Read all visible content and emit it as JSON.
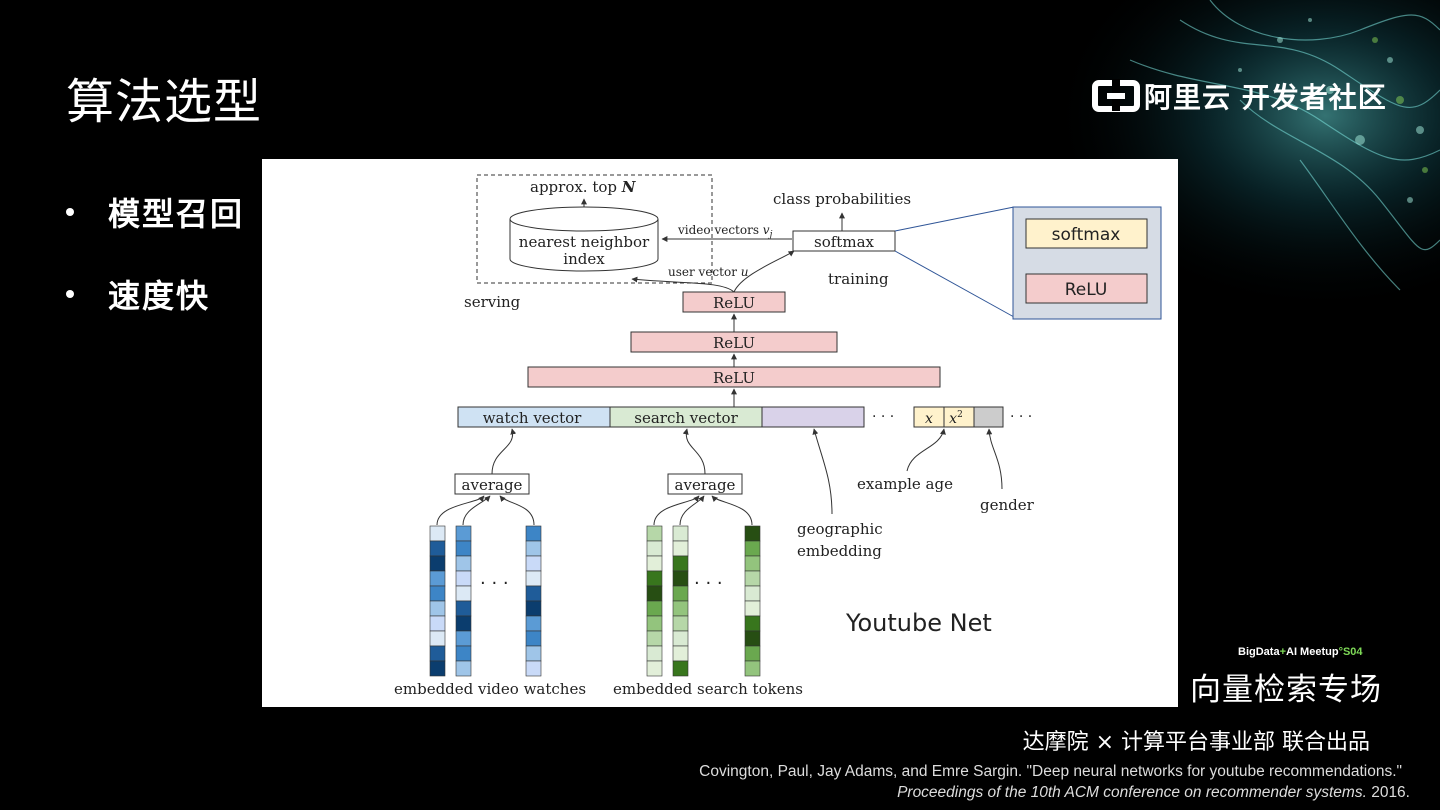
{
  "slide": {
    "title": "算法选型",
    "logo_text": "阿里云 开发者社区",
    "bullets": [
      "模型召回",
      "速度快"
    ],
    "badge": {
      "a": "BigData",
      "b": "+",
      "c": "AI  Meetup",
      "d": "°S04"
    },
    "session": "向量检索专场",
    "org": "达摩院 × 计算平台事业部    联合出品",
    "citation_line1": "Covington, Paul, Jay Adams, and Emre Sargin. \"Deep neural networks for youtube recommendations.\"",
    "citation_line2_italic": "Proceedings of the 10th ACM conference on recommender systems.",
    "citation_line2_year": " 2016."
  },
  "diagram": {
    "caption": "Youtube Net",
    "approx_top": "approx. top ",
    "approx_top_n": "N",
    "nn_index_l1": "nearest neighbor",
    "nn_index_l2": "index",
    "video_vectors": "video vectors ",
    "video_vectors_sym": "v",
    "video_vectors_sub": "j",
    "user_vector": "user vector ",
    "user_vector_sym": "u",
    "serving": "serving",
    "training": "training",
    "class_prob": "class probabilities",
    "softmax": "softmax",
    "relu": "ReLU",
    "legend_softmax": "softmax",
    "legend_relu": "ReLU",
    "watch_vector": "watch vector",
    "search_vector": "search vector",
    "x": "x",
    "x2": "x",
    "x2_sup": "2",
    "dots": "· · ·",
    "average": "average",
    "example_age": "example age",
    "gender": "gender",
    "geo_l1": "geographic",
    "geo_l2": "embedding",
    "embedded_watches": "embedded video watches",
    "embedded_search": "embedded search tokens"
  },
  "colors": {
    "relu_fill": "#f4cccc",
    "softmax_fill": "#fff2cc",
    "watch_fill": "#cfe2f3",
    "search_fill": "#d9ead3",
    "geo_fill": "#d9d2e9",
    "gender_fill": "#cccccc",
    "legend_bg": "#d6dce5"
  }
}
